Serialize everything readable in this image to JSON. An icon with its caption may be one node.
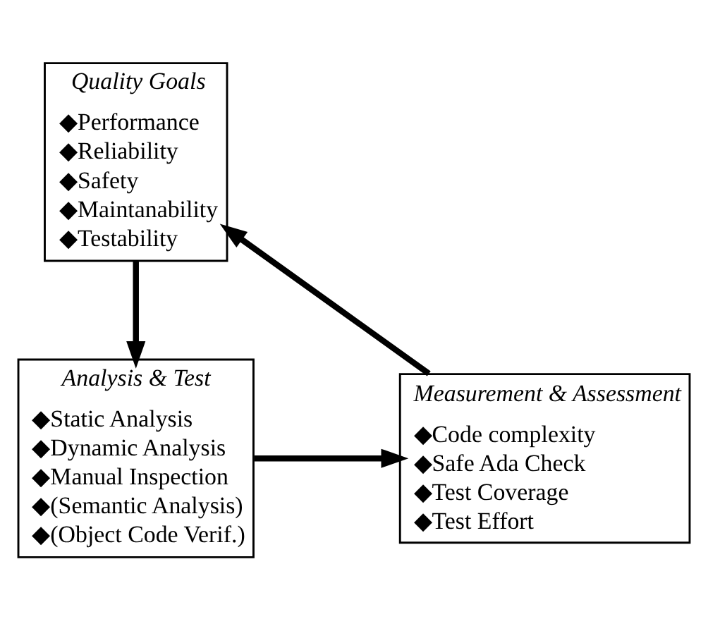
{
  "diagram": {
    "nodes": [
      {
        "text": [
          "Quality Goals",
          "◆Performance",
          "◆Reliability",
          "◆Safety",
          "◆Maintanability",
          "◆Testability"
        ]
      },
      {
        "text": [
          "Measurement & Assessment",
          "◆Code complexity",
          "◆Safe Ada Check",
          "◆Test Coverage",
          "◆Test Effort"
        ]
      },
      {
        "text": [
          "Analysis & Test",
          "◆Static Analysis",
          "◆Dynamic Analysis",
          "◆Manual Inspection",
          "◆(Semantic Analysis)",
          "◆(Object Code Verif.)"
        ]
      }
    ],
    "edges": [
      {
        "from": 0,
        "to": 2,
        "arrow": "to"
      },
      {
        "from": 2,
        "to": 1,
        "arrow": "to"
      },
      {
        "from": 1,
        "to": 0,
        "arrow": "to"
      }
    ]
  }
}
